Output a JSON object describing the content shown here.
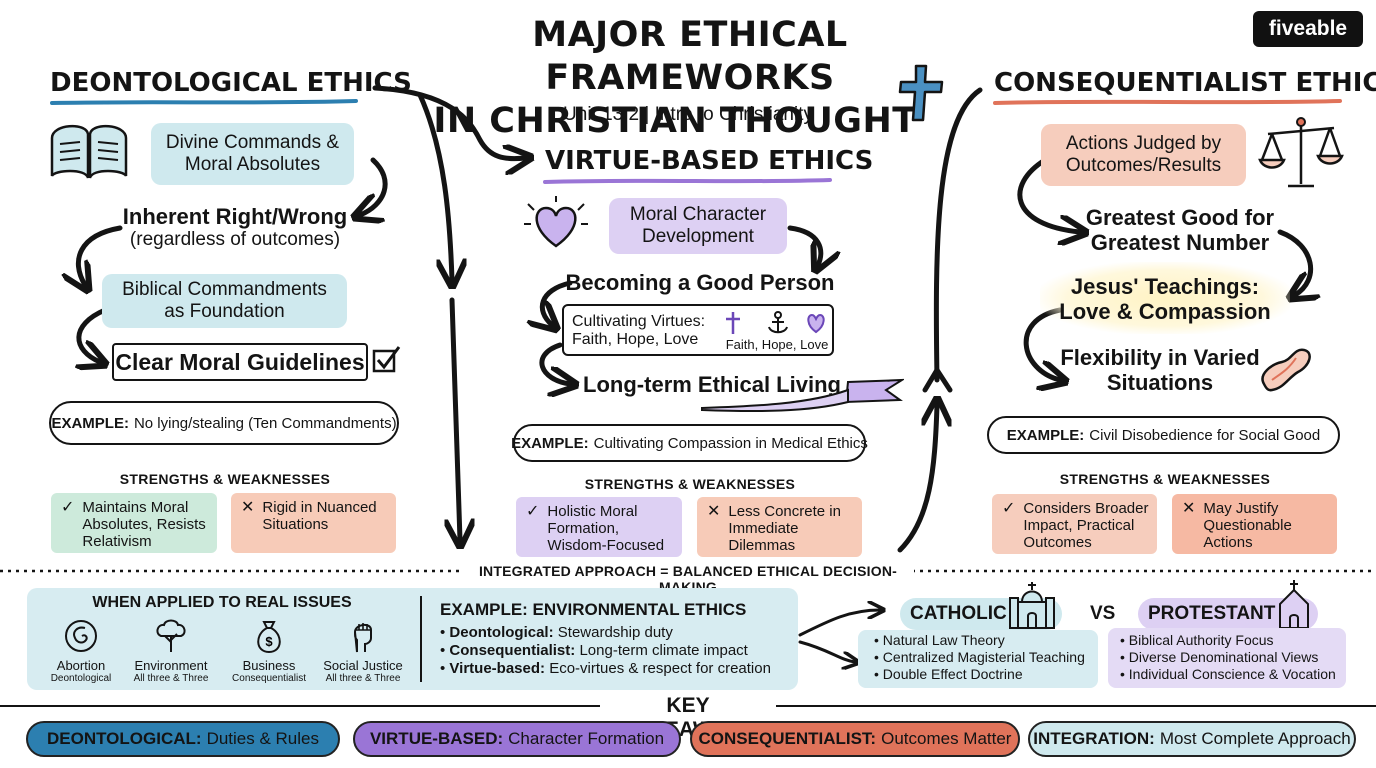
{
  "header": {
    "title_line1": "MAJOR ETHICAL FRAMEWORKS",
    "title_line2": "IN CHRISTIAN THOUGHT",
    "subtitle": "Unit 13.2 | Intro to Christianity",
    "logo": "fiveable"
  },
  "colors": {
    "deontological": "#2c7fb0",
    "virtue": "#9a75d6",
    "consequentialist": "#e0735a",
    "integration": "#cfe9ee"
  },
  "deontological": {
    "title": "DEONTOLOGICAL ETHICS",
    "step1": "Divine Commands & Moral Absolutes",
    "step2_main": "Inherent Right/Wrong",
    "step2_sub": "(regardless of outcomes)",
    "step3": "Biblical Commandments as Foundation",
    "step4": "Clear Moral Guidelines",
    "example_label": "EXAMPLE:",
    "example_text": "No lying/stealing (Ten Commandments)",
    "sw_heading": "STRENGTHS & WEAKNESSES",
    "strength": "Maintains Moral Absolutes, Resists Relativism",
    "weakness": "Rigid in Nuanced Situations"
  },
  "virtue": {
    "title": "VIRTUE-BASED ETHICS",
    "step1": "Moral Character Development",
    "step2": "Becoming a Good Person",
    "step3_main": "Cultivating Virtues: Faith, Hope, Love",
    "step3_icons": "Faith, Hope, Love",
    "step4": "Long-term Ethical Living",
    "example_label": "EXAMPLE:",
    "example_text": "Cultivating Compassion in Medical Ethics",
    "sw_heading": "STRENGTHS & WEAKNESSES",
    "strength": "Holistic Moral Formation, Wisdom-Focused",
    "weakness": "Less Concrete in Immediate Dilemmas"
  },
  "consequentialist": {
    "title": "CONSEQUENTIALIST ETHICS",
    "step1": "Actions Judged by Outcomes/Results",
    "step2": "Greatest Good for Greatest Number",
    "step3": "Jesus' Teachings: Love & Compassion",
    "step4": "Flexibility in Varied Situations",
    "example_label": "EXAMPLE:",
    "example_text": "Civil Disobedience for Social Good",
    "sw_heading": "STRENGTHS & WEAKNESSES",
    "strength": "Considers Broader Impact, Practical Outcomes",
    "weakness": "May Justify Questionable Actions"
  },
  "integrated_label": "INTEGRATED APPROACH = BALANCED ETHICAL DECISION-MAKING",
  "real_issues": {
    "heading": "WHEN APPLIED TO REAL ISSUES",
    "items": [
      {
        "label": "Abortion",
        "sub": "Deontological",
        "icon": "fetus-icon"
      },
      {
        "label": "Environment",
        "sub": "All three & Three",
        "icon": "tree-icon"
      },
      {
        "label": "Business",
        "sub": "Consequentialist",
        "icon": "money-bag-icon"
      },
      {
        "label": "Social Justice",
        "sub": "All three & Three",
        "icon": "raised-fist-icon"
      }
    ],
    "example_heading": "EXAMPLE: ENVIRONMENTAL ETHICS",
    "example_points": [
      {
        "term": "Deontological:",
        "text": "Stewardship duty"
      },
      {
        "term": "Consequentialist:",
        "text": "Long-term climate impact"
      },
      {
        "term": "Virtue-based:",
        "text": "Eco-virtues & respect for creation"
      }
    ]
  },
  "comparison": {
    "catholic_label": "CATHOLIC",
    "vs": "VS",
    "protestant_label": "PROTESTANT",
    "catholic_points": [
      "Natural Law Theory",
      "Centralized Magisterial Teaching",
      "Double Effect Doctrine"
    ],
    "protestant_points": [
      "Biblical Authority Focus",
      "Diverse Denominational Views",
      "Individual Conscience & Vocation"
    ]
  },
  "takeaways": {
    "heading": "KEY TAKEAWAYS",
    "items": [
      {
        "term": "DEONTOLOGICAL:",
        "text": "Duties & Rules"
      },
      {
        "term": "VIRTUE-BASED:",
        "text": "Character Formation"
      },
      {
        "term": "CONSEQUENTIALIST:",
        "text": "Outcomes Matter"
      },
      {
        "term": "INTEGRATION:",
        "text": "Most Complete Approach"
      }
    ]
  }
}
